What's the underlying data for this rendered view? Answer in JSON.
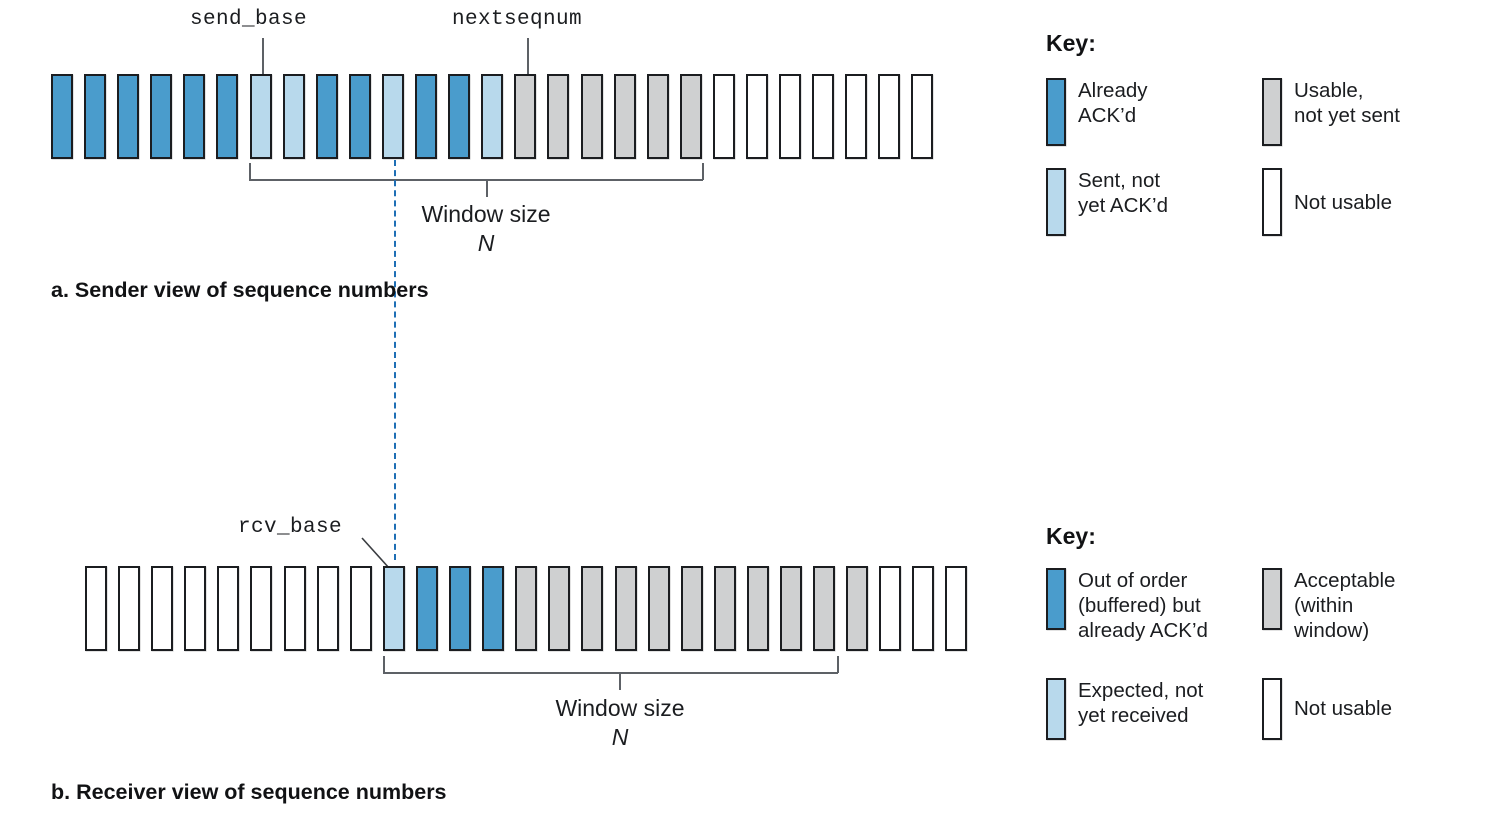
{
  "figure": {
    "title_a": "a. Sender view of sequence numbers",
    "title_b": "b. Receiver view of sequence numbers"
  },
  "sender": {
    "pointer_left_label": "send_base",
    "pointer_right_label": "nextseqnum",
    "window_label": "Window size",
    "window_symbol": "N",
    "total_cells": 27,
    "cells": [
      "acked",
      "acked",
      "acked",
      "acked",
      "acked",
      "acked",
      "sent",
      "sent",
      "acked",
      "acked",
      "sent",
      "acked",
      "acked",
      "sent",
      "usable",
      "usable",
      "usable",
      "usable",
      "usable",
      "usable",
      "notusable",
      "notusable",
      "notusable",
      "notusable",
      "notusable",
      "notusable",
      "notusable"
    ],
    "window_start_index": 6,
    "window_end_index": 19,
    "send_base_index": 6,
    "nextseqnum_index": 14
  },
  "receiver": {
    "pointer_label": "rcv_base",
    "window_label": "Window size",
    "window_symbol": "N",
    "total_cells": 27,
    "cells": [
      "notusable",
      "notusable",
      "notusable",
      "notusable",
      "notusable",
      "notusable",
      "notusable",
      "notusable",
      "notusable",
      "expected",
      "outoforder",
      "outoforder",
      "outoforder",
      "acceptable",
      "acceptable",
      "acceptable",
      "acceptable",
      "acceptable",
      "acceptable",
      "acceptable",
      "acceptable",
      "acceptable",
      "acceptable",
      "acceptable",
      "notusable",
      "notusable",
      "notusable"
    ],
    "window_start_index": 9,
    "window_end_index": 22,
    "rcv_base_index": 9
  },
  "key_sender": {
    "title": "Key:",
    "items": [
      {
        "swatch": "acked",
        "line1": "Already",
        "line2": "ACK’d"
      },
      {
        "swatch": "sent",
        "line1": "Sent, not",
        "line2": "yet ACK’d"
      },
      {
        "swatch": "usable",
        "line1": "Usable,",
        "line2": "not yet sent"
      },
      {
        "swatch": "notusable",
        "line1": "Not usable",
        "line2": ""
      }
    ]
  },
  "key_receiver": {
    "title": "Key:",
    "items": [
      {
        "swatch": "acked",
        "line1": "Out of order",
        "line2": "(buffered) but",
        "line3": "already ACK’d"
      },
      {
        "swatch": "sent",
        "line1": "Expected, not",
        "line2": "yet received",
        "line3": ""
      },
      {
        "swatch": "usable",
        "line1": "Acceptable",
        "line2": "(within",
        "line3": "window)"
      },
      {
        "swatch": "notusable",
        "line1": "Not usable",
        "line2": "",
        "line3": ""
      }
    ]
  },
  "colors": {
    "acked": "#4a9ccc",
    "sent": "#b8d9ec",
    "usable": "#cfd0d1",
    "notusable": "#ffffff",
    "outline": "#1b1d20",
    "dashed_guide": "#1f6fb5",
    "leader": "#5d6166"
  }
}
